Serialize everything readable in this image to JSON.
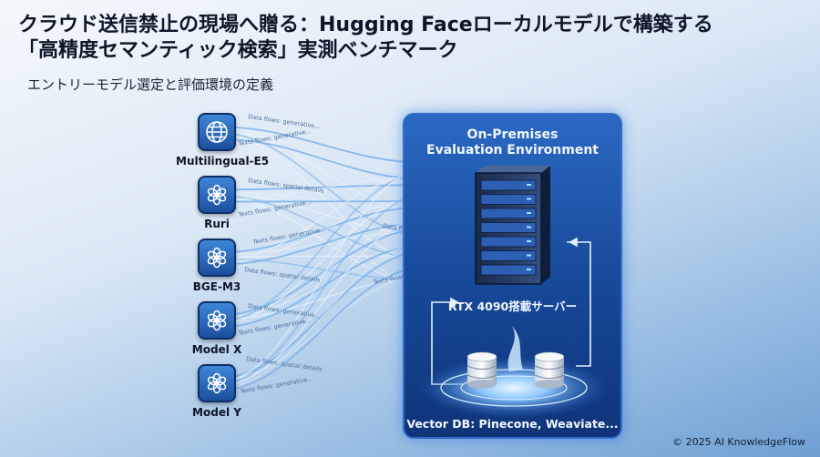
{
  "header": {
    "title_line1": "クラウド送信禁止の現場へ贈る：Hugging Faceローカルモデルで構築する",
    "title_line2": "「高精度セマンティック検索」実測ベンチマーク",
    "subtitle": "エントリーモデル選定と評価環境の定義"
  },
  "models": [
    {
      "name": "Multilingual-E5",
      "icon": "globe-icon"
    },
    {
      "name": "Ruri",
      "icon": "openai-knot-icon"
    },
    {
      "name": "BGE-M3",
      "icon": "openai-knot-icon"
    },
    {
      "name": "Model X",
      "icon": "openai-knot-icon"
    },
    {
      "name": "Model Y",
      "icon": "openai-knot-icon"
    }
  ],
  "flow_labels": [
    "Data flows: generative...",
    "Texts flows: generative...",
    "Data flows: spatial details",
    "Texts flows: generative..."
  ],
  "environment": {
    "title_line1": "On-Premises",
    "title_line2": "Evaluation Environment",
    "server_label": "RTX 4090搭載サーバー",
    "db_label": "Vector DB: Pinecone, Weaviate..."
  },
  "footer": {
    "copyright": "© 2025 AI KnowledgeFlow"
  },
  "colors": {
    "accent": "#2f6cc7",
    "panel_dark": "#0f3479",
    "flow": "#7fb2ec",
    "text_dark": "#0e1628"
  }
}
